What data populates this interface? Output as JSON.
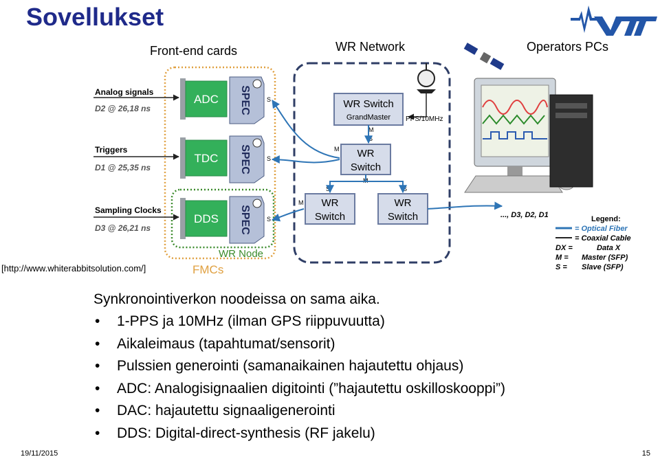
{
  "slide": {
    "title": "Sovellukset",
    "url": "[http://www.whiterabbitsolution.com/]",
    "caption": "Synkronointiverkon noodeissa on sama aika.",
    "bullets": [
      "1-PPS ja 10MHz (ilman GPS riippuvuutta)",
      "Aikaleimaus (tapahtumat/sensorit)",
      "Pulssien generointi (samanaikainen hajautettu ohjaus)",
      "ADC: Analogisignaalien digitointi (”hajautettu oskilloskooppi”)",
      "DAC: hajautettu signaaligenerointi",
      "DDS: Digital-direct-synthesis (RF jakelu)"
    ],
    "date": "19/11/2015",
    "page": "15"
  },
  "diagram": {
    "front_end_title": "Front-end cards",
    "wr_network_title": "WR Network",
    "operators_title": "Operators PCs",
    "signals": [
      {
        "label": "Analog signals",
        "sub": "D2 @ 26,18 ns",
        "card": "ADC",
        "spec": "SPEC"
      },
      {
        "label": "Triggers",
        "sub": "D1 @ 25,35 ns",
        "card": "TDC",
        "spec": "SPEC"
      },
      {
        "label": "Sampling Clocks",
        "sub": "D3 @ 26,21 ns",
        "card": "DDS",
        "spec": "SPEC"
      }
    ],
    "wr_node": "WR Node",
    "fmcs": "FMCs",
    "grandmaster": {
      "title": "WR Switch",
      "sub": "GrandMaster"
    },
    "pps": "PPS/10MHz",
    "wr_switch": "WR Switch",
    "port_m": "M",
    "port_s": "S",
    "pc_data": "..., D3, D2, D1",
    "legend": {
      "title": "Legend:",
      "fiber": "= Optical Fiber",
      "coax": "= Coaxial Cable",
      "dx": "DX =",
      "dx_val": "Data X",
      "m": "M =",
      "m_val": "Master (SFP)",
      "s": "S =",
      "s_val": "Slave (SFP)"
    },
    "colors": {
      "fiber": "#2e75b6",
      "node_border": "#3a8a2a",
      "fmc_border": "#e0a040",
      "network_border": "#2f3e66",
      "card_fill": "#33b05a",
      "spec_fill": "#b5c0d8",
      "box_fill": "#d6dcea"
    }
  }
}
